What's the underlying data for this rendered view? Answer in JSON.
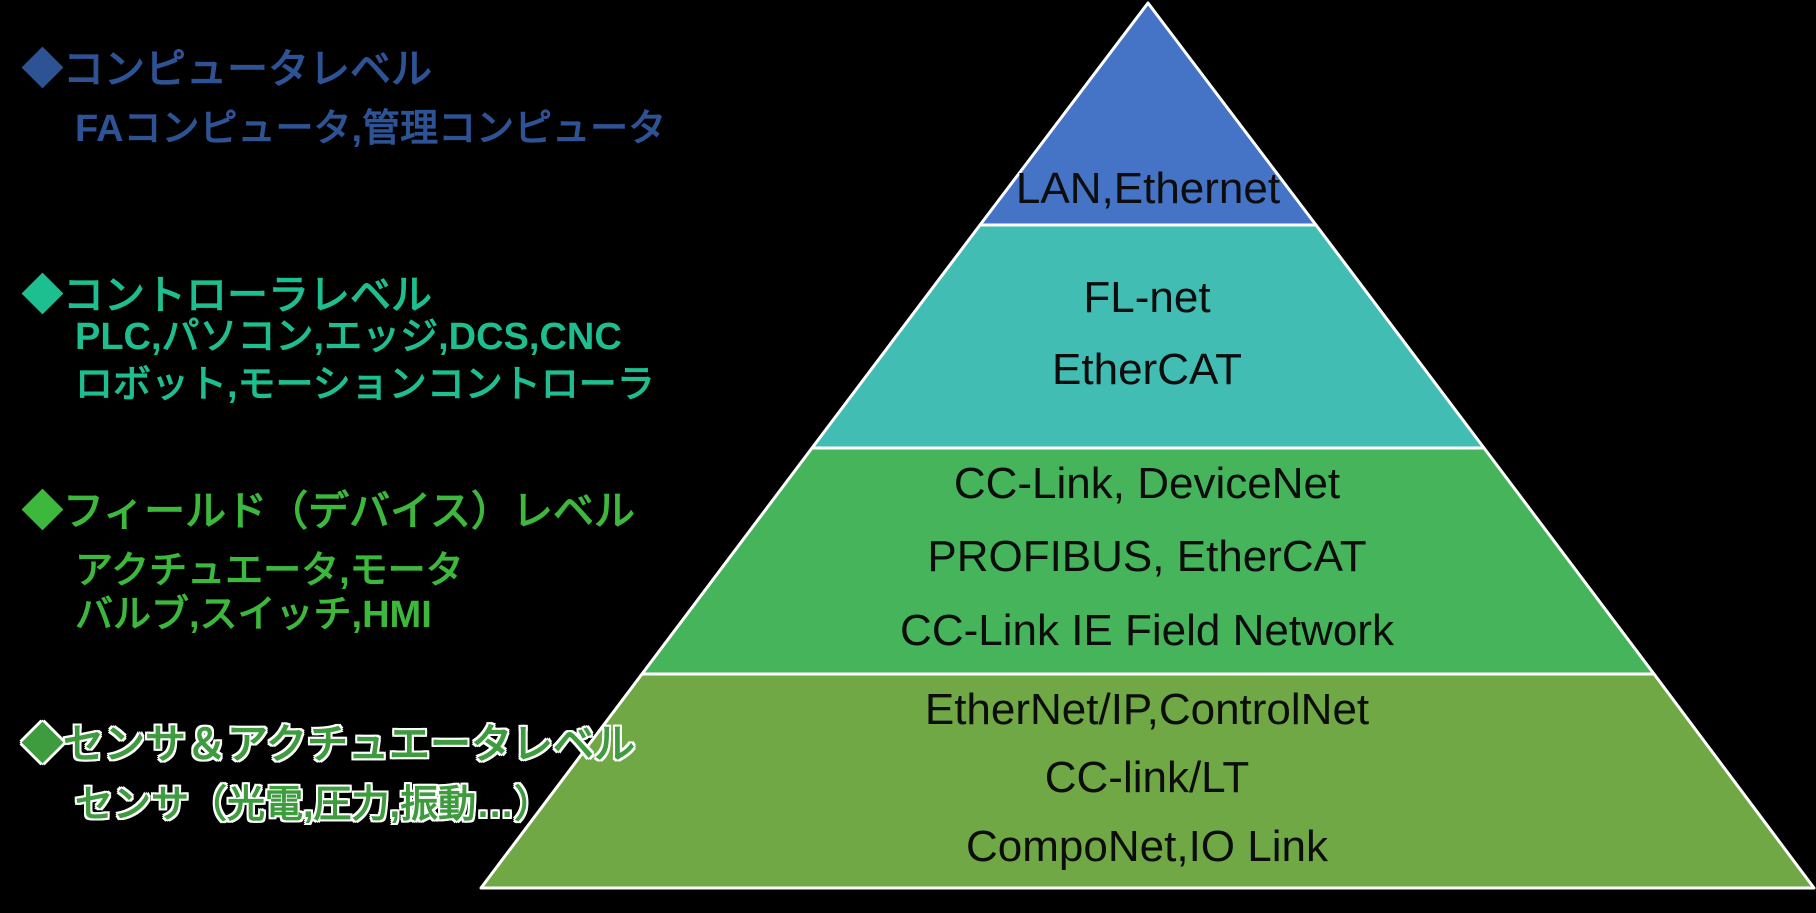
{
  "canvas": {
    "background": "#000000"
  },
  "legend": {
    "groups": [
      {
        "title": "◆コンピュータレベル",
        "color": "#2E5395",
        "items": [
          "FAコンピュータ,管理コンピュータ"
        ]
      },
      {
        "title": "◆コントローラレベル",
        "color": "#1DBE8F",
        "items": [
          "PLC,パソコン,エッジ,DCS,CNC",
          "ロボット,モーションコントローラ"
        ]
      },
      {
        "title": "◆フィールド（デバイス）レベル",
        "color": "#3CB83C",
        "items": [
          "アクチュエータ,モータ",
          "バルブ,スイッチ,HMI"
        ]
      },
      {
        "title": "◆センサ＆アクチュエータレベル",
        "color": "#3E9C3E",
        "items": [
          "センサ（光電,圧力,振動…）"
        ]
      }
    ]
  },
  "pyramid": {
    "outline_color": "#FFFFFF",
    "label_color": "#0D0D0D",
    "levels": [
      {
        "id": "computer-level",
        "color": "#4573C6",
        "protocols": [
          "LAN,Ethernet"
        ]
      },
      {
        "id": "controller-level",
        "color": "#41BDB3",
        "protocols": [
          "FL-net",
          "EtherCAT"
        ]
      },
      {
        "id": "field-device-level",
        "color": "#46B45A",
        "protocols": [
          "CC-Link, DeviceNet",
          "PROFIBUS, EtherCAT",
          "CC-Link IE Field Network"
        ]
      },
      {
        "id": "sensor-actuator-level",
        "color": "#70A845",
        "protocols": [
          "EtherNet/IP,ControlNet",
          "CC-link/LT",
          "CompoNet,IO Link"
        ]
      }
    ]
  }
}
